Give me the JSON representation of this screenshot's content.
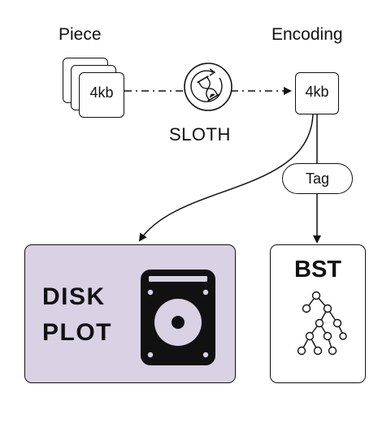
{
  "labels": {
    "piece": "Piece",
    "encoding": "Encoding",
    "sloth": "SLOTH"
  },
  "piece_card": {
    "size": "4kb"
  },
  "encoding_card": {
    "size": "4kb"
  },
  "tag": {
    "label": "Tag"
  },
  "disk_plot": {
    "line1": "DISK",
    "line2": "PLOT",
    "fill_color": "#d9d1e4"
  },
  "bst": {
    "title": "BST"
  },
  "icons": {
    "sloth": "hourglass-refresh-icon",
    "disk": "hard-drive-icon",
    "tree": "binary-tree-icon"
  }
}
